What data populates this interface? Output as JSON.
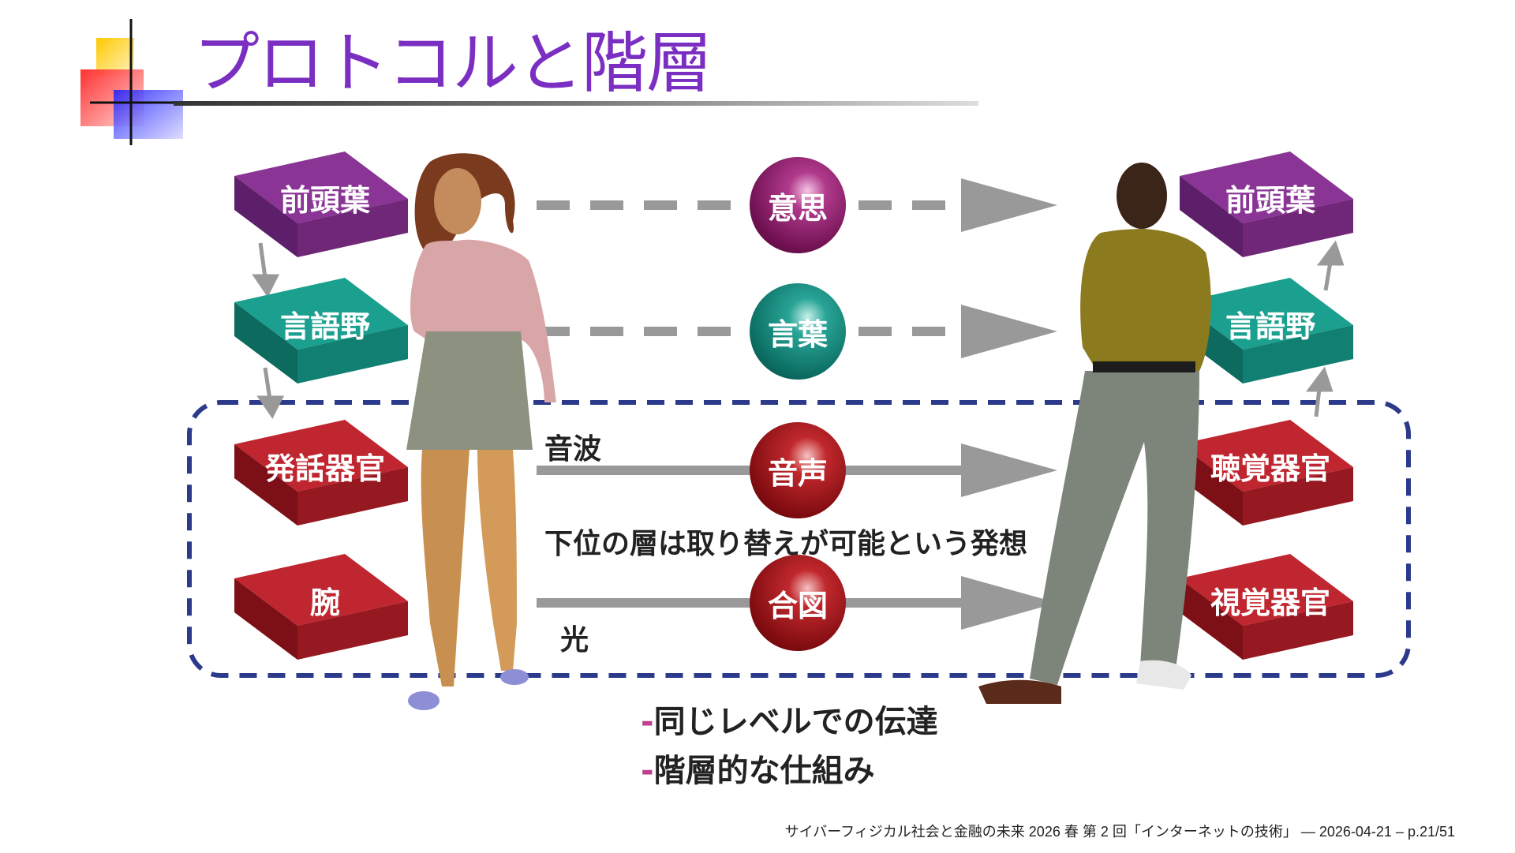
{
  "title": "プロトコルと階層",
  "left_boxes": [
    {
      "label": "前頭葉",
      "color": "purple"
    },
    {
      "label": "言語野",
      "color": "teal"
    },
    {
      "label": "発話器官",
      "color": "red"
    },
    {
      "label": "腕",
      "color": "red"
    }
  ],
  "right_boxes": [
    {
      "label": "前頭葉",
      "color": "purple"
    },
    {
      "label": "言語野",
      "color": "teal"
    },
    {
      "label": "聴覚器官",
      "color": "red"
    },
    {
      "label": "視覚器官",
      "color": "red"
    }
  ],
  "spheres": [
    {
      "label": "意思",
      "color": "purple"
    },
    {
      "label": "言葉",
      "color": "teal"
    },
    {
      "label": "音声",
      "color": "red"
    },
    {
      "label": "合図",
      "color": "red"
    }
  ],
  "labels": {
    "sound_wave": "音波",
    "light": "光",
    "concept": "下位の層は取り替えが可能という発想"
  },
  "bullets": [
    {
      "dash": "-",
      "text": "同じレベルでの伝達"
    },
    {
      "dash": "-",
      "text": "階層的な仕組み"
    }
  ],
  "footer": "サイバーフィジカル社会と金融の未来 2026 春 第 2 回「インターネットの技術」 — 2026-04-21 – p.21/51",
  "colors": {
    "title": "#7b2fc2",
    "purple": "#7b2a86",
    "teal": "#159484",
    "red": "#b3202a",
    "dashed_frame": "#2b3a8a",
    "arrow": "#999999"
  }
}
